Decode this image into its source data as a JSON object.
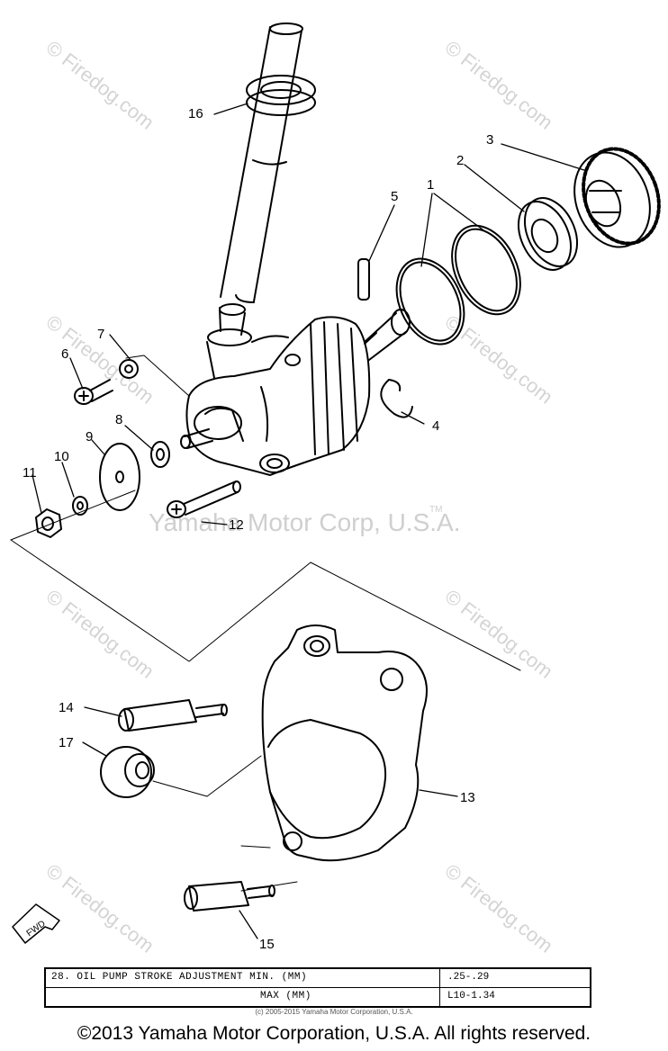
{
  "callouts": [
    {
      "id": "1",
      "label": "1"
    },
    {
      "id": "2",
      "label": "2"
    },
    {
      "id": "3",
      "label": "3"
    },
    {
      "id": "4",
      "label": "4"
    },
    {
      "id": "5",
      "label": "5"
    },
    {
      "id": "6",
      "label": "6"
    },
    {
      "id": "7",
      "label": "7"
    },
    {
      "id": "8",
      "label": "8"
    },
    {
      "id": "9",
      "label": "9"
    },
    {
      "id": "10",
      "label": "10"
    },
    {
      "id": "11",
      "label": "11"
    },
    {
      "id": "12",
      "label": "12"
    },
    {
      "id": "13",
      "label": "13"
    },
    {
      "id": "14",
      "label": "14"
    },
    {
      "id": "15",
      "label": "15"
    },
    {
      "id": "16",
      "label": "16"
    },
    {
      "id": "17",
      "label": "17"
    }
  ],
  "fwd_label": "FWD",
  "watermark_text": "© Firedog.com",
  "corp_watermark": "Yamaha Motor Corp, U.S.A.",
  "tm": "TM",
  "spec": {
    "row1_label": "28. OIL PUMP STROKE ADJUSTMENT MIN. (MM)",
    "row1_value": ".25-.29",
    "row2_label": "MAX (MM)",
    "row2_value": "L10-1.34"
  },
  "small_copyright": "(c) 2005-2015 Yamaha Motor Corporation, U.S.A.",
  "footer": "©2013 Yamaha Motor Corporation, U.S.A. All rights reserved."
}
